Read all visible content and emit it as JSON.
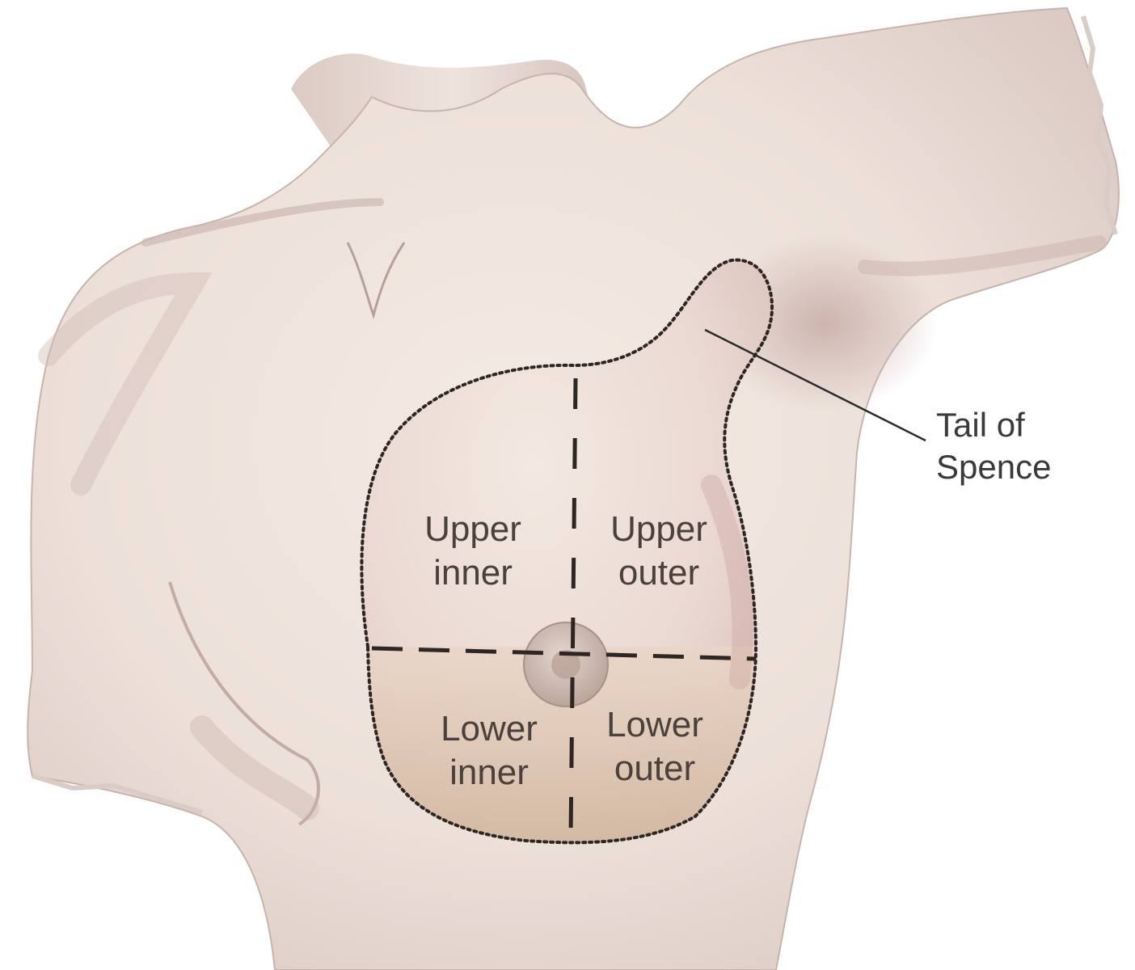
{
  "diagram": {
    "quadrants": {
      "upper_inner": "Upper\ninner",
      "upper_outer": "Upper\nouter",
      "lower_inner": "Lower\ninner",
      "lower_outer": "Lower\nouter"
    },
    "callout": {
      "tail_label": "Tail of\nSpence"
    }
  },
  "colors": {
    "skin_base": "#ece0d9",
    "skin_shadow": "#c9b2ad",
    "skin_highlight": "#f4ebe4",
    "lower_quadrant_tint": "#d9c3ae",
    "areola": "#c8b4aa",
    "outline": "#2e2622",
    "leader_line": "#2a2a2a"
  }
}
